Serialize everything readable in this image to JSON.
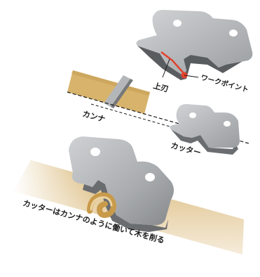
{
  "labels": {
    "upper_blade": "上刃",
    "work_point": "ワークポイント",
    "plane": "カンナ",
    "cutter": "カッター",
    "caption": "カッターはカンナのように働いて木を削る"
  },
  "colors": {
    "metal_light": "#c2c4c6",
    "metal_mid": "#9ea1a4",
    "metal_dark": "#56595c",
    "wood": "#d7b36b",
    "wood_light": "#efe0c2",
    "cutting_edge": "#e2412c",
    "text": "#1a1a1a"
  }
}
